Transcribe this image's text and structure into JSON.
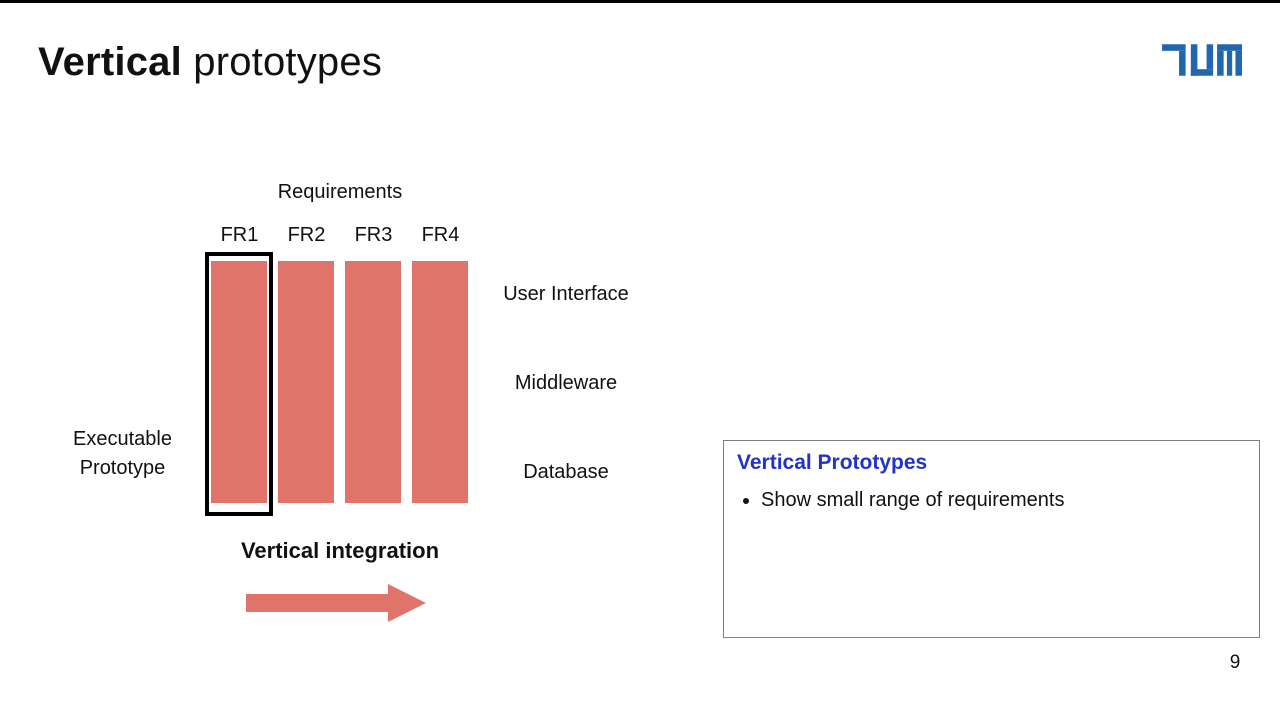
{
  "slide": {
    "title": {
      "bold": "Vertical",
      "rest": " prototypes"
    },
    "page_number": "9"
  },
  "logo": {
    "label": "TUM",
    "color": "#2167AE"
  },
  "diagram": {
    "requirements_label": "Requirements",
    "columns": [
      "FR1",
      "FR2",
      "FR3",
      "FR4"
    ],
    "highlighted_column": "FR1",
    "layers": [
      "User Interface",
      "Middleware",
      "Database"
    ],
    "executable_label": {
      "line1": "Executable",
      "line2": "Prototype"
    },
    "integration_label": "Vertical integration",
    "bar_color": "#E0746B",
    "arrow_color": "#E0746B"
  },
  "info_box": {
    "heading": "Vertical Prototypes",
    "heading_color": "#2233CC",
    "bullets": [
      "Show small range of requirements"
    ]
  }
}
